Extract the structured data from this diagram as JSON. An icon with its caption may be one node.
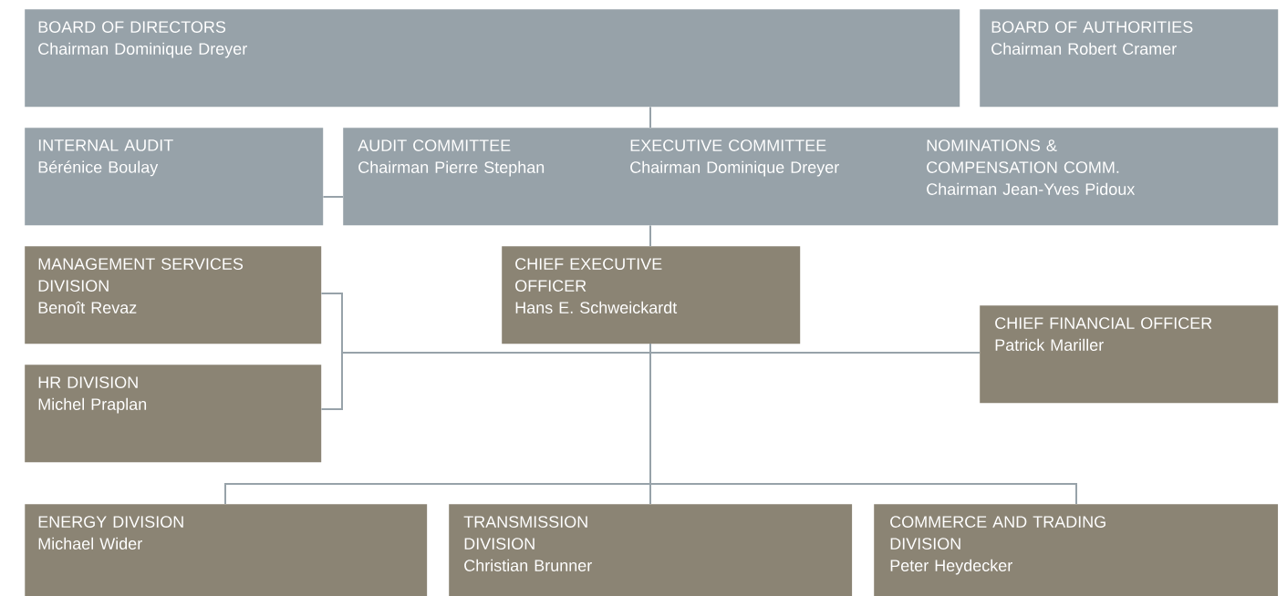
{
  "diagram": {
    "nodes": [
      {
        "text": [
          "BOARD OF DIRECTORS",
          "Chairman Dominique Dreyer"
        ]
      },
      {
        "text": [
          "BOARD OF AUTHORITIES",
          "Chairman Robert Cramer"
        ]
      },
      {
        "text": [
          "INTERNAL AUDIT",
          "Bérénice Boulay"
        ]
      },
      {
        "text": [
          "AUDIT COMMITTEE",
          "Chairman Pierre Stephan",
          "EXECUTIVE COMMITTEE",
          "Chairman Dominique Dreyer",
          "NOMINATIONS & COMPENSATION COMM.",
          "Chairman Jean-Yves Pidoux"
        ]
      },
      {
        "text": [
          "MANAGEMENT SERVICES DIVISION",
          "Benoît Revaz"
        ]
      },
      {
        "text": [
          "CHIEF EXECUTIVE OFFICER",
          "Hans E. Schweickardt"
        ]
      },
      {
        "text": [
          "CHIEF FINANCIAL OFFICER",
          "Patrick Mariller"
        ]
      },
      {
        "text": [
          "HR DIVISION",
          "Michel Praplan"
        ]
      },
      {
        "text": [
          "ENERGY DIVISION",
          "Michael Wider"
        ]
      },
      {
        "text": [
          "TRANSMISSION DIVISION",
          "Christian Brunner"
        ]
      },
      {
        "text": [
          "COMMERCE AND TRADING DIVISION",
          "Peter Heydecker"
        ]
      }
    ],
    "edges": [
      {
        "from": 0,
        "to": 3,
        "arrow": "none"
      },
      {
        "from": 2,
        "to": 3,
        "arrow": "none"
      },
      {
        "from": 3,
        "to": 5,
        "arrow": "none"
      },
      {
        "from": 5,
        "to": 6,
        "arrow": "none"
      },
      {
        "from": 5,
        "to": 4,
        "arrow": "none"
      },
      {
        "from": 5,
        "to": 7,
        "arrow": "none"
      },
      {
        "from": 5,
        "to": 8,
        "arrow": "none"
      },
      {
        "from": 5,
        "to": 9,
        "arrow": "none"
      },
      {
        "from": 5,
        "to": 10,
        "arrow": "none"
      }
    ]
  }
}
